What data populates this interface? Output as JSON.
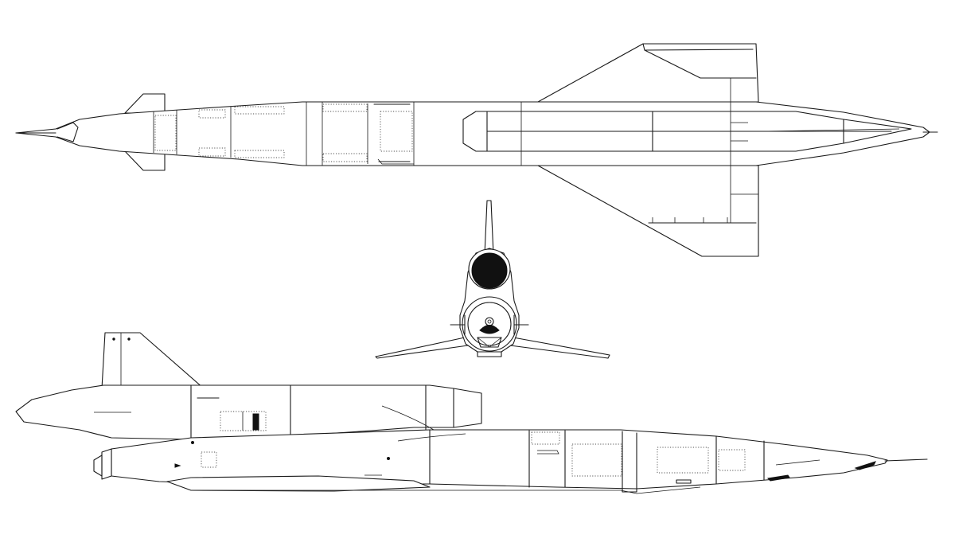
{
  "drawing": {
    "views": [
      "top-view",
      "front-view",
      "side-view"
    ],
    "line_color": "#1a1a1a",
    "background_color": "#ffffff"
  }
}
